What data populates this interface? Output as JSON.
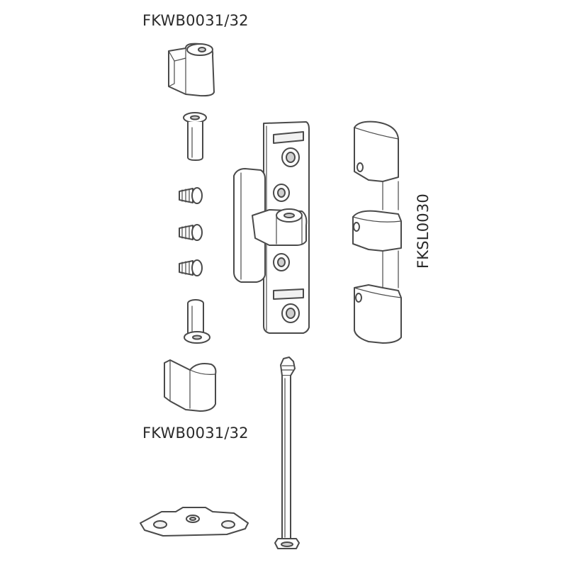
{
  "labels": {
    "top_part_number": "FKWB0031/32",
    "bottom_part_number": "FKWB0031/32",
    "side_part_number": "FKSL0030"
  },
  "colors": {
    "line": "#4a4a4a",
    "text": "#2a2a2a",
    "background": "#ffffff"
  }
}
